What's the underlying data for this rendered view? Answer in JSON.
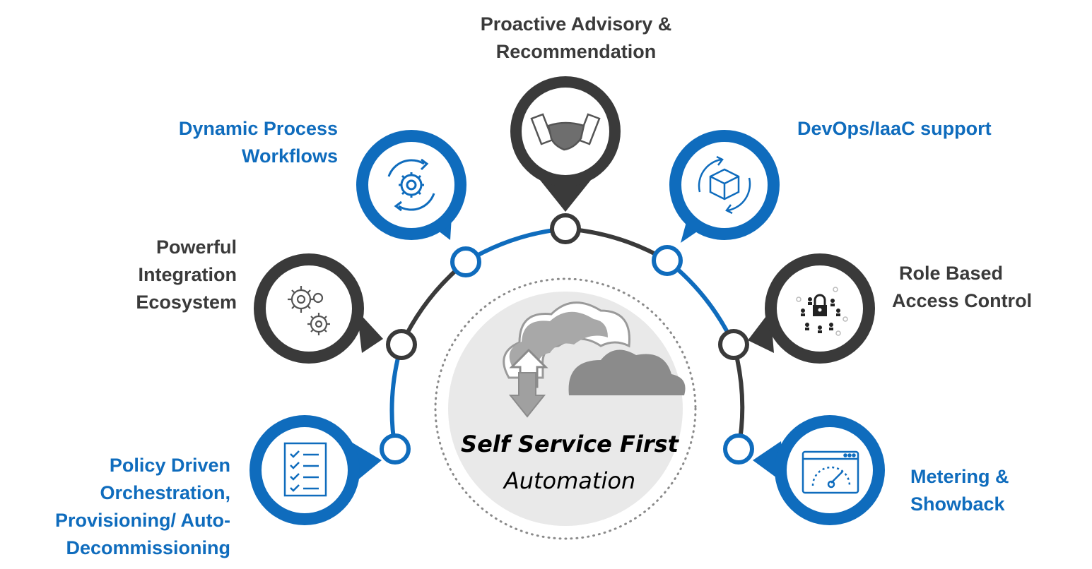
{
  "colors": {
    "blue": "#0f6cbd",
    "dark": "#3a3a3a",
    "center_fill": "#e9e9e9"
  },
  "center": {
    "title": "Self Service First",
    "subtitle": "Automation",
    "icon": "cloud-upload-download-icon"
  },
  "features": [
    {
      "id": "proactive",
      "lines": [
        "Proactive Advisory &",
        "Recommendation"
      ],
      "color": "dark",
      "icon": "handshake-icon"
    },
    {
      "id": "dynamic",
      "lines": [
        "Dynamic Process",
        "Workflows"
      ],
      "color": "blue",
      "icon": "gear-cycle-icon"
    },
    {
      "id": "devops",
      "lines": [
        "DevOps/IaaC support"
      ],
      "color": "blue",
      "icon": "package-cycle-icon"
    },
    {
      "id": "integration",
      "lines": [
        "Powerful",
        "Integration",
        "Ecosystem"
      ],
      "color": "dark",
      "icon": "gears-icon"
    },
    {
      "id": "rbac",
      "lines": [
        "Role Based",
        "Access Control"
      ],
      "color": "dark",
      "icon": "lock-users-icon"
    },
    {
      "id": "policy",
      "lines": [
        "Policy Driven",
        "Orchestration,",
        "Provisioning/ Auto-",
        "Decommissioning"
      ],
      "color": "blue",
      "icon": "checklist-icon"
    },
    {
      "id": "metering",
      "lines": [
        "Metering &",
        "Showback"
      ],
      "color": "blue",
      "icon": "speedometer-icon"
    }
  ]
}
